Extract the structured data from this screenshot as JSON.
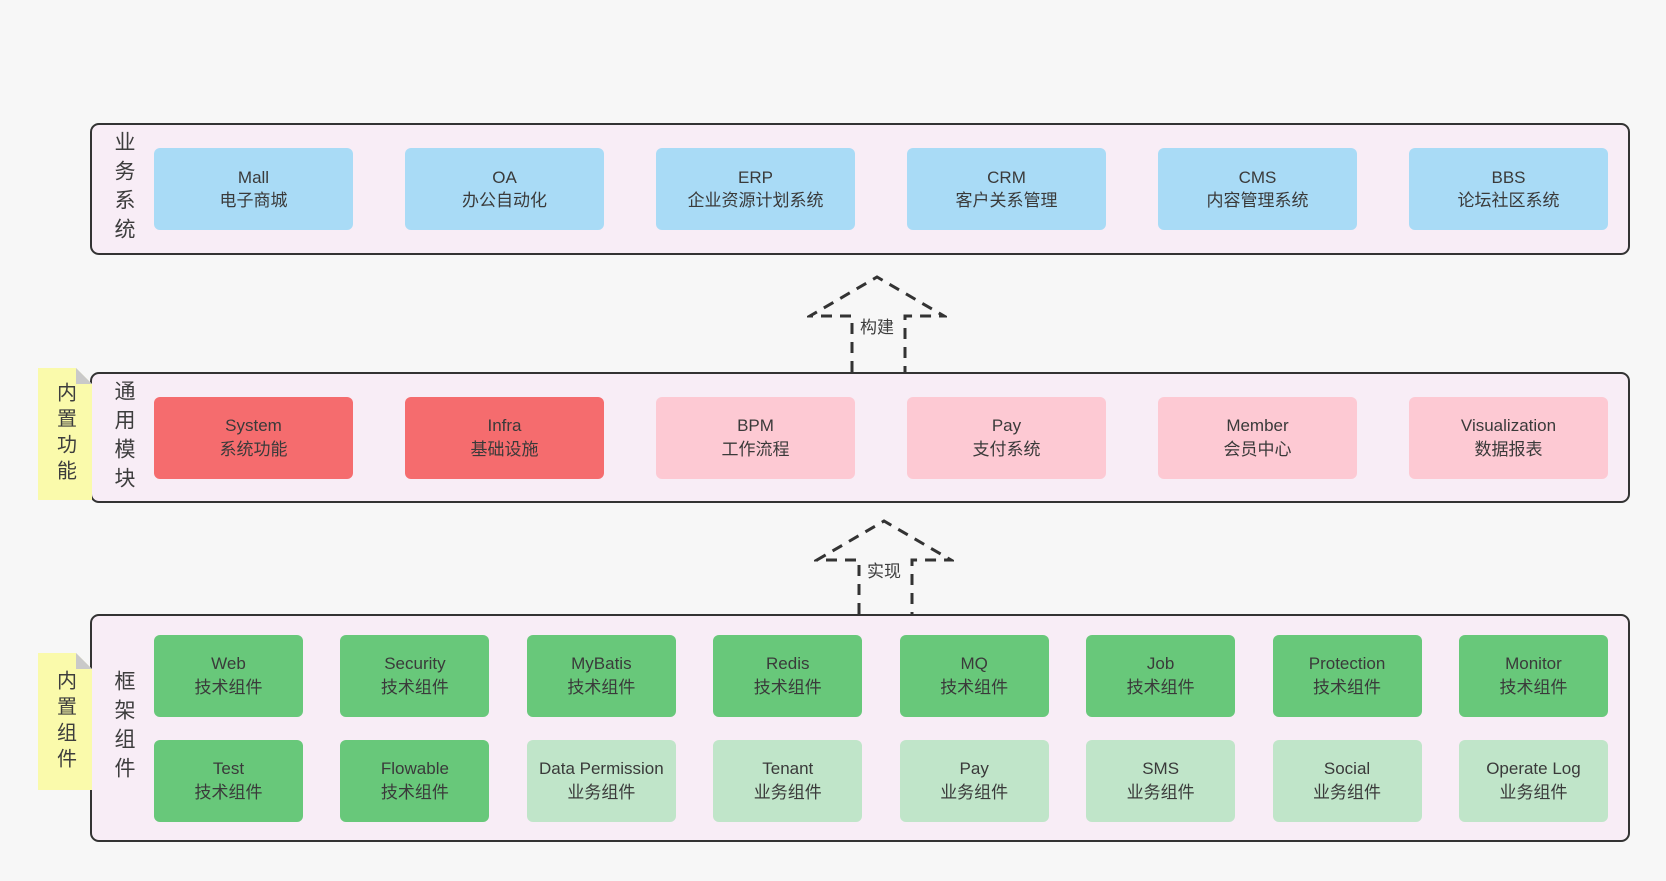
{
  "colors": {
    "page_bg": "#f7f7f7",
    "panel_bg": "#f8edf6",
    "panel_border": "#333333",
    "blue": "#a9dbf6",
    "red": "#f56c6e",
    "pink": "#fdc9d3",
    "green": "#68c87a",
    "green_light": "#c0e5c9",
    "sticky_yellow": "#fafaab",
    "sticky_fold": "#c9c9c9",
    "text": "#3d3d3d"
  },
  "arrows": [
    {
      "label": "构建"
    },
    {
      "label": "实现"
    }
  ],
  "stickies": [
    {
      "label": "内置功能"
    },
    {
      "label": "内置组件"
    }
  ],
  "layers": [
    {
      "label": "业务系统",
      "rows": [
        [
          {
            "name": "Mall",
            "desc": "电子商城",
            "variant": "blue"
          },
          {
            "name": "OA",
            "desc": "办公自动化",
            "variant": "blue"
          },
          {
            "name": "ERP",
            "desc": "企业资源计划系统",
            "variant": "blue"
          },
          {
            "name": "CRM",
            "desc": "客户关系管理",
            "variant": "blue"
          },
          {
            "name": "CMS",
            "desc": "内容管理系统",
            "variant": "blue"
          },
          {
            "name": "BBS",
            "desc": "论坛社区系统",
            "variant": "blue"
          }
        ]
      ]
    },
    {
      "label": "通用模块",
      "rows": [
        [
          {
            "name": "System",
            "desc": "系统功能",
            "variant": "red"
          },
          {
            "name": "Infra",
            "desc": "基础设施",
            "variant": "red"
          },
          {
            "name": "BPM",
            "desc": "工作流程",
            "variant": "pink"
          },
          {
            "name": "Pay",
            "desc": "支付系统",
            "variant": "pink"
          },
          {
            "name": "Member",
            "desc": "会员中心",
            "variant": "pink"
          },
          {
            "name": "Visualization",
            "desc": "数据报表",
            "variant": "pink"
          }
        ]
      ]
    },
    {
      "label": "框架组件",
      "rows": [
        [
          {
            "name": "Web",
            "desc": "技术组件",
            "variant": "green"
          },
          {
            "name": "Security",
            "desc": "技术组件",
            "variant": "green"
          },
          {
            "name": "MyBatis",
            "desc": "技术组件",
            "variant": "green"
          },
          {
            "name": "Redis",
            "desc": "技术组件",
            "variant": "green"
          },
          {
            "name": "MQ",
            "desc": "技术组件",
            "variant": "green"
          },
          {
            "name": "Job",
            "desc": "技术组件",
            "variant": "green"
          },
          {
            "name": "Protection",
            "desc": "技术组件",
            "variant": "green"
          },
          {
            "name": "Monitor",
            "desc": "技术组件",
            "variant": "green"
          }
        ],
        [
          {
            "name": "Test",
            "desc": "技术组件",
            "variant": "green"
          },
          {
            "name": "Flowable",
            "desc": "技术组件",
            "variant": "green"
          },
          {
            "name": "Data Permission",
            "desc": "业务组件",
            "variant": "green-light"
          },
          {
            "name": "Tenant",
            "desc": "业务组件",
            "variant": "green-light"
          },
          {
            "name": "Pay",
            "desc": "业务组件",
            "variant": "green-light"
          },
          {
            "name": "SMS",
            "desc": "业务组件",
            "variant": "green-light"
          },
          {
            "name": "Social",
            "desc": "业务组件",
            "variant": "green-light"
          },
          {
            "name": "Operate Log",
            "desc": "业务组件",
            "variant": "green-light"
          }
        ]
      ]
    }
  ]
}
